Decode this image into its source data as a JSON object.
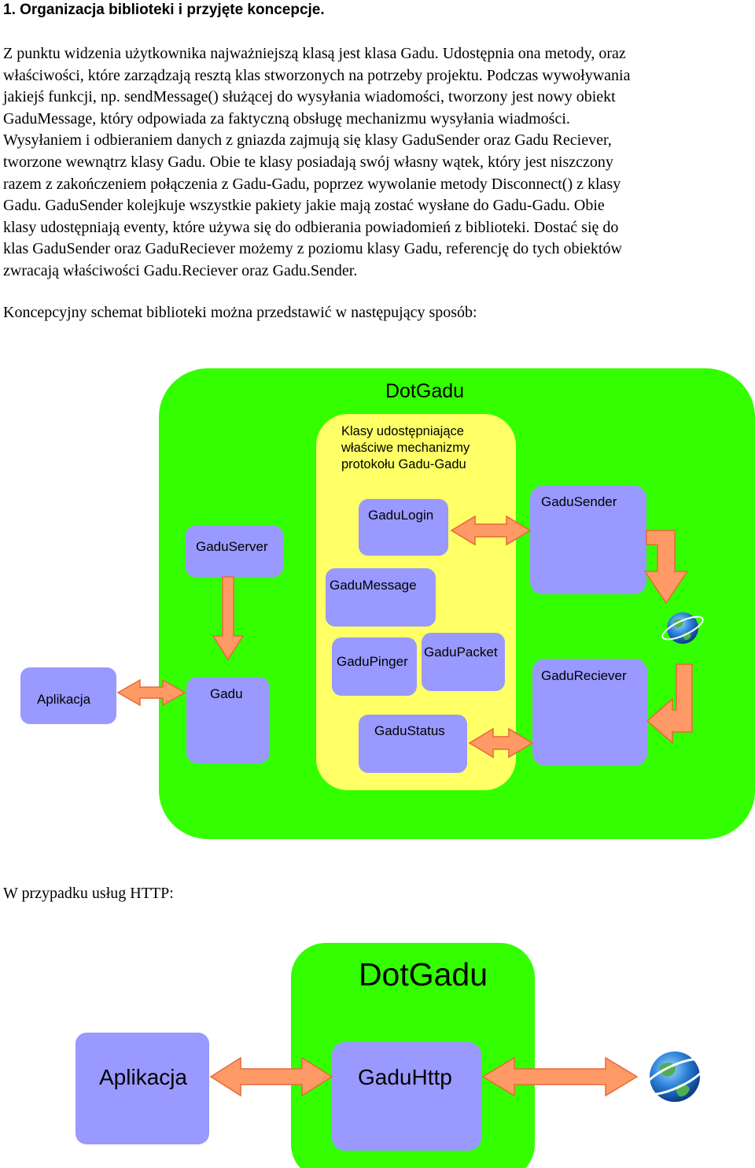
{
  "heading": "1. Organizacja biblioteki i przyjęte koncepcje.",
  "paragraph_lines": [
    "Z punktu widzenia użytkownika najważniejszą klasą jest klasa Gadu. Udostępnia ona metody, oraz",
    "właściwości, które zarządzają resztą klas stworzonych na potrzeby projektu. Podczas wywoływania",
    "jakiejś funkcji, np. sendMessage() służącej do wysyłania wiadomości, tworzony jest nowy obiekt",
    "GaduMessage, który odpowiada za faktyczną obsługę mechanizmu wysyłania wiadmości.",
    "Wysyłaniem i odbieraniem danych z gniazda zajmują się klasy GaduSender oraz Gadu Reciever,",
    "tworzone wewnątrz klasy Gadu. Obie te klasy posiadają swój własny wątek, który jest niszczony",
    "razem z zakończeniem połączenia z Gadu-Gadu, poprzez wywolanie metody Disconnect() z klasy",
    "Gadu. GaduSender kolejkuje wszystkie pakiety jakie mają zostać wysłane do Gadu-Gadu. Obie",
    "klasy udostępniają eventy, które używa się do odbierania powiadomień z biblioteki. Dostać się do",
    "klas GaduSender oraz GaduReciever możemy z poziomu klasy Gadu, referencję do tych obiektów",
    "zwracają właściwości Gadu.Reciever oraz Gadu.Sender."
  ],
  "schema_intro": "Koncepcyjny schemat biblioteki można przedstawić w następujący sposób:",
  "http_intro": "W przypadku usług HTTP:",
  "diagram1": {
    "title": "DotGadu",
    "protocol_panel_caption": [
      "Klasy udostępniające",
      "właściwe mechanizmy",
      "protokołu Gadu-Gadu"
    ],
    "labels": {
      "gadu_login": "GaduLogin",
      "gadu_sender": "GaduSender",
      "gadu_server": "GaduServer",
      "gadu_message": "GaduMessage",
      "gadu_pinger": "GaduPinger",
      "gadu_packet": "GaduPacket",
      "gadu_reciever": "GaduReciever",
      "aplikacja": "Aplikacja",
      "gadu": "Gadu",
      "gadu_status": "GaduStatus"
    },
    "globe_icon": "globe-icon"
  },
  "diagram2": {
    "title": "DotGadu",
    "labels": {
      "aplikacja": "Aplikacja",
      "gadu_http": "GaduHttp"
    },
    "globe_icon": "globe-icon"
  },
  "colors": {
    "container_green": "#33ff00",
    "panel_yellow": "#ffff66",
    "box_lavender": "#9999ff",
    "arrow_orange": "#ff9966",
    "arrow_outline": "#e56a3a"
  }
}
